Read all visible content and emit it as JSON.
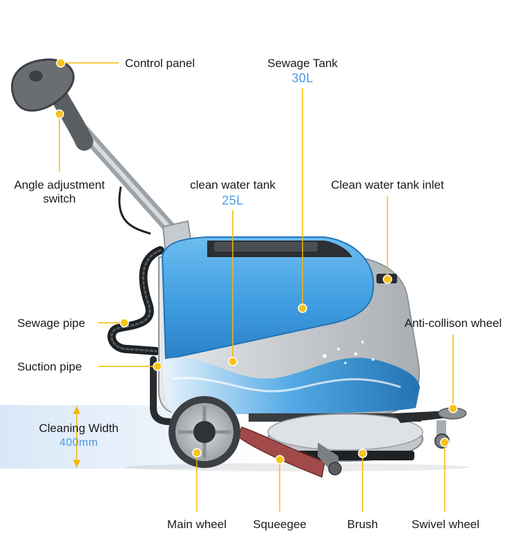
{
  "labels": {
    "control_panel": "Control panel",
    "sewage_tank": "Sewage Tank",
    "sewage_tank_capacity": "30L",
    "angle_switch_line1": "Angle adjustment",
    "angle_switch_line2": "switch",
    "clean_water_tank": "clean water tank",
    "clean_water_tank_capacity": "25L",
    "clean_water_inlet": "Clean water tank inlet",
    "sewage_pipe": "Sewage pipe",
    "anti_collision_wheel": "Anti-collison wheel",
    "suction_pipe": "Suction pipe",
    "cleaning_width": "Cleaning Width",
    "cleaning_width_value": "400mm",
    "main_wheel": "Main wheel",
    "squeegee": "Squeegee",
    "brush": "Brush",
    "swivel_wheel": "Swivel wheel"
  },
  "colors": {
    "callout_line": "#f5b800",
    "callout_dot": "#f7c21a",
    "capacity_text": "#4a9be6",
    "body_blue": "#3f9de0",
    "body_blue_dark": "#1f74b8",
    "frame_gray": "#b9bec3",
    "dark_gray": "#4a4d51",
    "width_band": "#cfe1f5"
  },
  "icons": [
    "callout-dot",
    "width-arrow"
  ]
}
